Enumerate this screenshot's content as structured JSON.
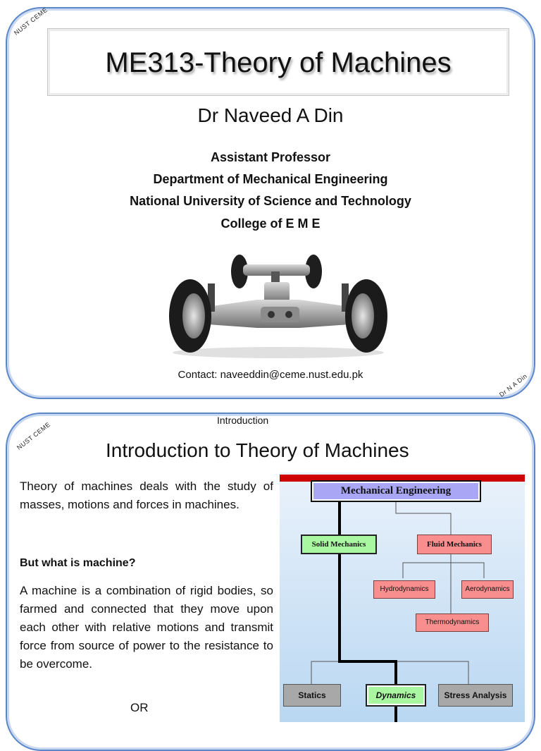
{
  "slide1": {
    "corner_top_left": "NUST CEME",
    "corner_bottom_right": "Dr N A Din",
    "title": "ME313-Theory of Machines",
    "author": "Dr Naveed A Din",
    "affiliation": [
      "Assistant Professor",
      "Department of Mechanical Engineering",
      "National University of Science and Technology",
      "College of E M E"
    ],
    "image_alt": "car chassis",
    "contact": "Contact: naveeddin@ceme.nust.edu.pk"
  },
  "slide2": {
    "header": "Introduction",
    "corner_top_left": "NUST CEME",
    "title": "Introduction to Theory of Machines",
    "paragraph1": "Theory of machines deals with the study of masses, motions and forces in machines.",
    "question": "But what is machine?",
    "paragraph2": "A machine is a combination of rigid bodies, so farmed and connected that they move upon each other with relative motions and transmit force from source of power to the resistance to be overcome.",
    "or": "OR",
    "diagram": {
      "root": "Mechanical  Engineering",
      "solid": "Solid  Mechanics",
      "fluid": "Fluid  Mechanics",
      "hydro": "Hydrodynamics",
      "aero": "Aerodynamics",
      "thermo": "Thermodynamics",
      "statics": "Statics",
      "dynamics": "Dynamics",
      "stress": "Stress Analysis",
      "colors": {
        "red": "#f98e8e",
        "green": "#a9f7a0",
        "gray": "#a8a8a8",
        "root": "#a9a6f5",
        "accent_bar": "#cc0000"
      }
    }
  }
}
